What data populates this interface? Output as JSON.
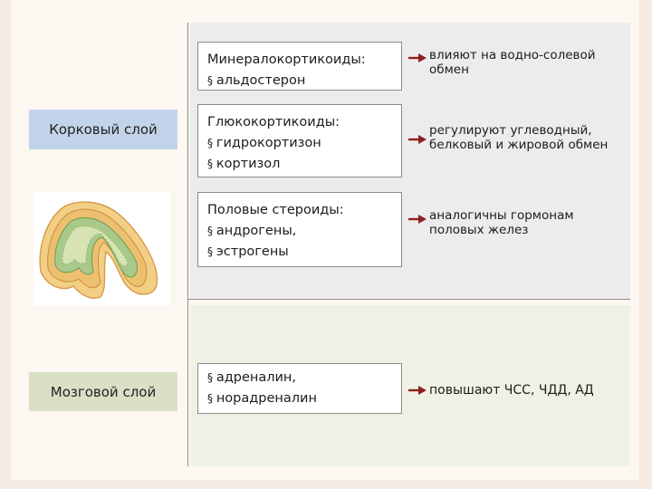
{
  "layers": {
    "cortex": "Корковый слой",
    "medulla": "Мозговой слой"
  },
  "hormones": [
    {
      "title": "Минералокортикоиды:",
      "items": [
        "альдостерон"
      ],
      "effect": "влияют на водно-солевой обмен"
    },
    {
      "title": "Глюкокортикоиды:",
      "items": [
        "гидрокортизон",
        "кортизол"
      ],
      "effect": "регулируют углеводный, белковый и жировой обмен"
    },
    {
      "title": "Половые стероиды:",
      "items": [
        "андрогены,",
        "эстрогены"
      ],
      "effect": "аналогичны гормонам половых желез"
    },
    {
      "title": "",
      "items": [
        "адреналин,",
        "норадреналин"
      ],
      "effect": "повышают ЧСС, ЧДД, АД"
    }
  ],
  "colors": {
    "cortex_label_bg": "#c2d4ea",
    "medulla_label_bg": "#d9e0c4",
    "cortex_panel_bg": "#ececee",
    "medulla_panel_bg": "#eef2e4",
    "arrow": "#8e1f1f",
    "gland_outer": "#f0c97a",
    "gland_inner": "#8fb86b"
  },
  "icons": {
    "arrow": "right-arrow-icon",
    "gland": "adrenal-gland-illustration"
  }
}
